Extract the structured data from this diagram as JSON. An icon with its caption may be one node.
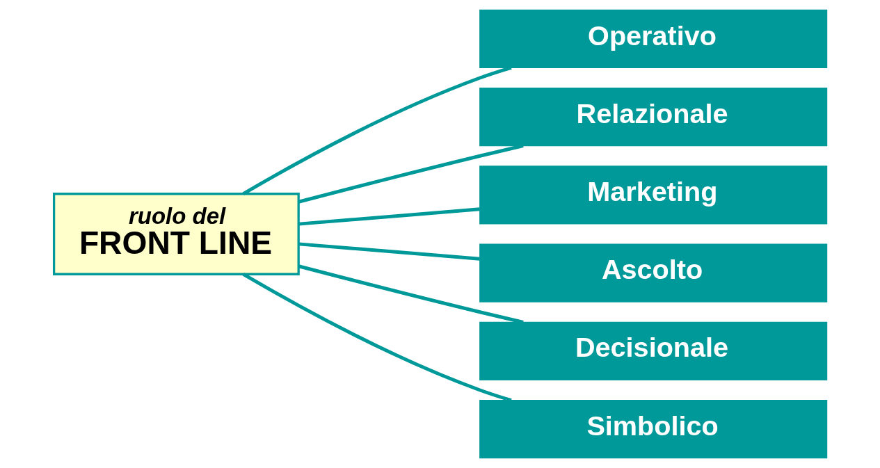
{
  "diagram": {
    "nodes": [
      {
        "text": [
          "ruolo del",
          "FRONT LINE"
        ]
      },
      {
        "text": [
          "Operativo"
        ]
      },
      {
        "text": [
          "Relazionale"
        ]
      },
      {
        "text": [
          "Marketing"
        ]
      },
      {
        "text": [
          "Ascolto"
        ]
      },
      {
        "text": [
          "Decisionale"
        ]
      },
      {
        "text": [
          "Simbolico"
        ]
      }
    ],
    "edges": [
      {
        "from": 0,
        "to": 1,
        "arrow": "none"
      },
      {
        "from": 0,
        "to": 2,
        "arrow": "none"
      },
      {
        "from": 0,
        "to": 3,
        "arrow": "none"
      },
      {
        "from": 0,
        "to": 4,
        "arrow": "none"
      },
      {
        "from": 0,
        "to": 5,
        "arrow": "none"
      },
      {
        "from": 0,
        "to": 6,
        "arrow": "none"
      }
    ]
  }
}
